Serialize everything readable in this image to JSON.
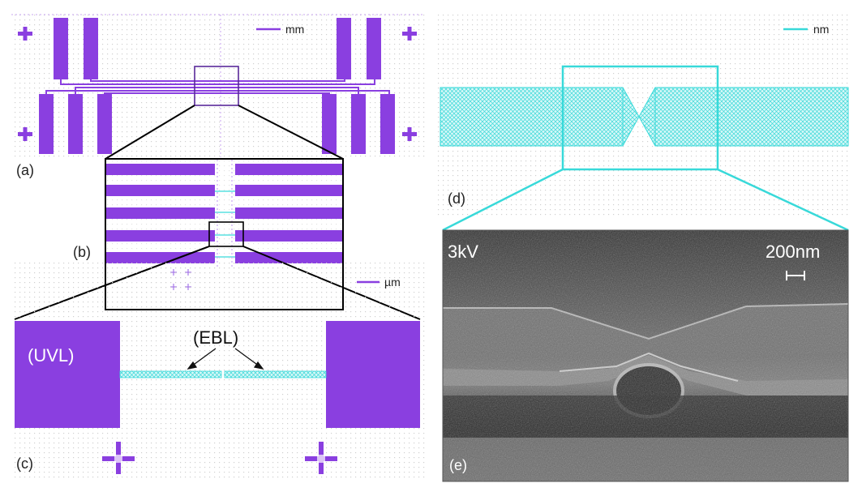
{
  "colors": {
    "uvl_purple": "#8a3fe0",
    "ebl_cyan": "#38d9d9",
    "grid_dot": "#cfcfcf",
    "sem_dark": "#3a3a3a",
    "zoom_line": "#000000"
  },
  "panels": {
    "a": {
      "label": "(a)",
      "scale_unit": "mm"
    },
    "b": {
      "label": "(b)"
    },
    "c": {
      "label": "(c)",
      "scale_unit": "µm",
      "uvl_label": "(UVL)",
      "ebl_label": "(EBL)"
    },
    "d": {
      "label": "(d)",
      "scale_unit": "nm"
    },
    "e": {
      "label": "(e)",
      "voltage": "3kV",
      "scale_bar": "200nm"
    }
  }
}
